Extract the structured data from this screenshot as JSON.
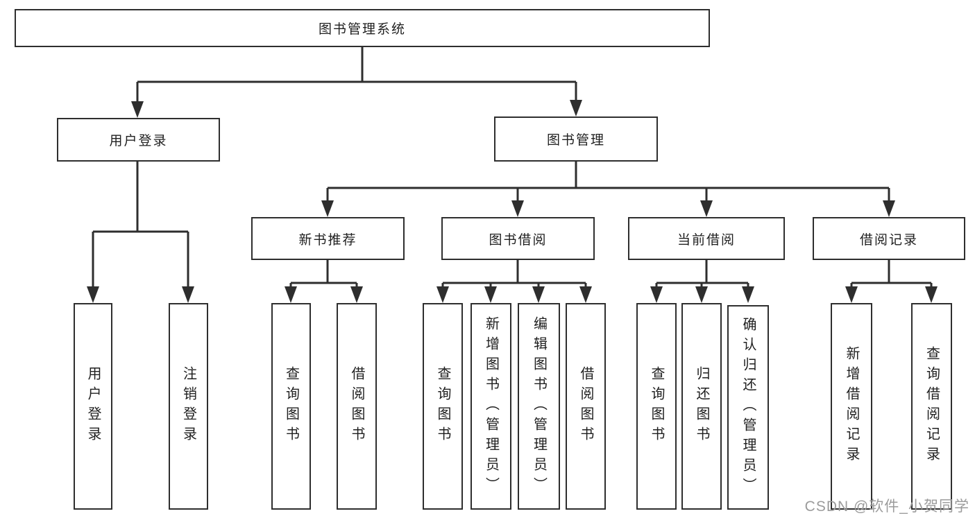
{
  "title": "图书管理系统",
  "tree": {
    "root": {
      "label": "图书管理系统"
    },
    "user_login": {
      "label": "用户登录",
      "children": [
        "用户登录",
        "注销登录"
      ]
    },
    "book_mgmt": {
      "label": "图书管理"
    },
    "new_books": {
      "label": "新书推荐",
      "children": [
        "查询图书",
        "借阅图书"
      ]
    },
    "borrowing": {
      "label": "图书借阅",
      "children": [
        "查询图书",
        "新增图书（管理员）",
        "编辑图书（管理员）",
        "借阅图书"
      ]
    },
    "current_loans": {
      "label": "当前借阅",
      "children": [
        "查询图书",
        "归还图书",
        "确认归还（管理员）"
      ]
    },
    "loan_records": {
      "label": "借阅记录",
      "children": [
        "新增借阅记录",
        "查询借阅记录"
      ]
    }
  },
  "watermark": "CSDN @软件_小贺同学",
  "colors": {
    "line": "#2e2e2e",
    "text": "#1f1f1f",
    "watermark": "#9b9b9b",
    "background": "#ffffff"
  }
}
